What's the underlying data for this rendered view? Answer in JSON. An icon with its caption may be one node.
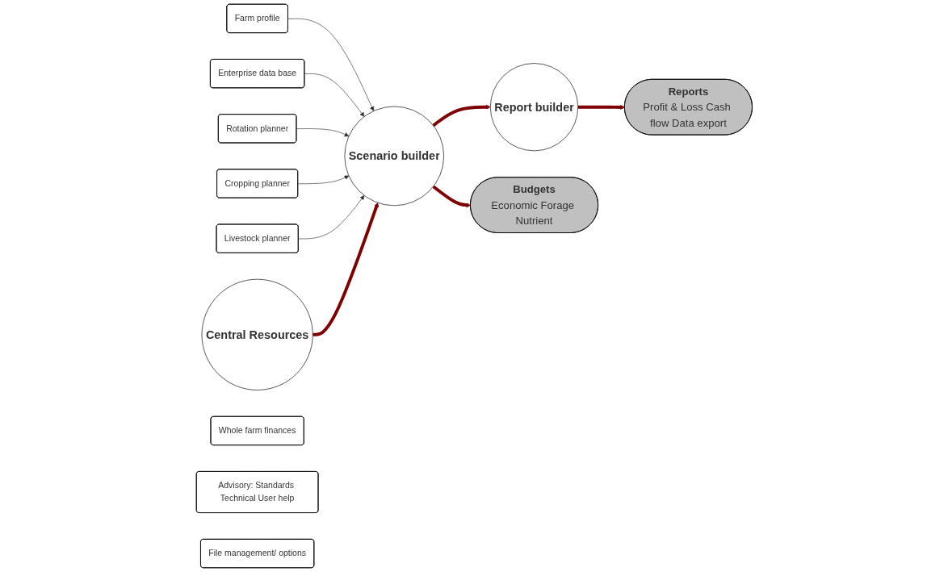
{
  "diagram": {
    "nodes": [
      {
        "text": [
          "Central Resources"
        ]
      },
      {
        "text": [
          "Scenario builder"
        ]
      },
      {
        "text": [
          "Report builder"
        ]
      },
      {
        "text": [
          "Budgets",
          "Economic Forage Nutrient"
        ]
      },
      {
        "text": [
          "Reports",
          "Profit & Loss Cash flow Data export"
        ]
      },
      {
        "text": [
          "Farm profile"
        ]
      },
      {
        "text": [
          "Enterprise data base"
        ]
      },
      {
        "text": [
          "Rotation planner"
        ]
      },
      {
        "text": [
          "Cropping planner"
        ]
      },
      {
        "text": [
          "Livestock planner"
        ]
      },
      {
        "text": [
          "Whole farm finances"
        ]
      },
      {
        "text": [
          "Advisory: Standards Technical User help"
        ]
      },
      {
        "text": [
          "File management/ options"
        ]
      }
    ],
    "edges": [
      {
        "from": 5,
        "to": 1,
        "arrow": "to"
      },
      {
        "from": 6,
        "to": 1,
        "arrow": "to"
      },
      {
        "from": 7,
        "to": 1,
        "arrow": "to"
      },
      {
        "from": 8,
        "to": 1,
        "arrow": "to"
      },
      {
        "from": 9,
        "to": 1,
        "arrow": "to"
      },
      {
        "from": 0,
        "to": 1,
        "arrow": "to",
        "style": "thick",
        "color": "#7f0000"
      },
      {
        "from": 1,
        "to": 3,
        "arrow": "to",
        "style": "thick",
        "color": "#7f0000"
      },
      {
        "from": 1,
        "to": 2,
        "arrow": "to",
        "style": "thick",
        "color": "#7f0000"
      },
      {
        "from": 2,
        "to": 4,
        "arrow": "to",
        "style": "thick",
        "color": "#7f0000"
      }
    ]
  }
}
